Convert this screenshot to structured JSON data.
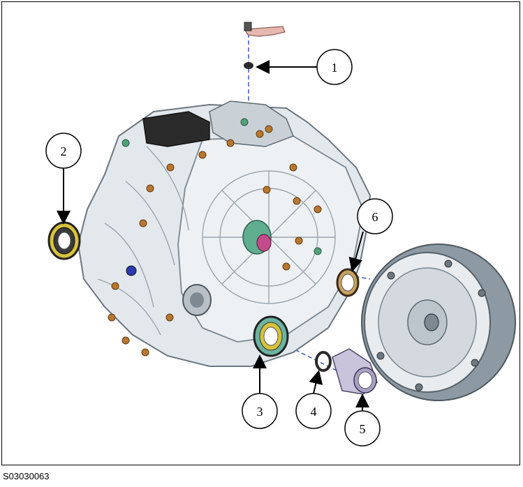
{
  "figure": {
    "image_id_label": "S03030063",
    "callouts": [
      {
        "label": "1",
        "part": "dipstick-plug"
      },
      {
        "label": "2",
        "part": "left-axle-oil-seal"
      },
      {
        "label": "3",
        "part": "right-axle-oil-seal"
      },
      {
        "label": "4",
        "part": "o-ring"
      },
      {
        "label": "5",
        "part": "intermediate-shaft-sleeve"
      },
      {
        "label": "6",
        "part": "torque-converter-oil-seal"
      }
    ],
    "colors": {
      "housing": "#dfe4e8",
      "housing_edge": "#7d8a94",
      "bolt": "#b9772e",
      "valve_cover": "#2a2a2a",
      "seal_dark": "#3a3a3a",
      "seal_yellow": "#d7c23b",
      "seal_green": "#6bb3a0",
      "bracket_pink": "#e6b8b0",
      "watermark": "#e04a4a",
      "guide_line": "#3b56c8"
    }
  }
}
